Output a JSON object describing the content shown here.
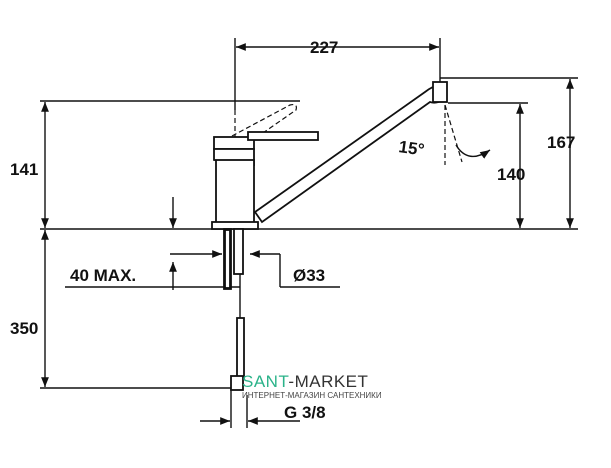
{
  "drawing": {
    "dimensions": {
      "spout_reach": "227",
      "total_height": "167",
      "spout_height": "140",
      "handle_height": "141",
      "hose_length": "350",
      "max_deck_thickness": "40 MAX.",
      "hole_diameter": "Ø33",
      "connection_thread": "G 3/8",
      "swivel_angle": "15°"
    }
  },
  "watermark": {
    "brand_part1": "SANT",
    "brand_part2": "-MARKET",
    "tagline": "ИНТЕРНЕТ-МАГАЗИН САНТЕХНИКИ",
    "accent_color": "#2bb38a"
  }
}
